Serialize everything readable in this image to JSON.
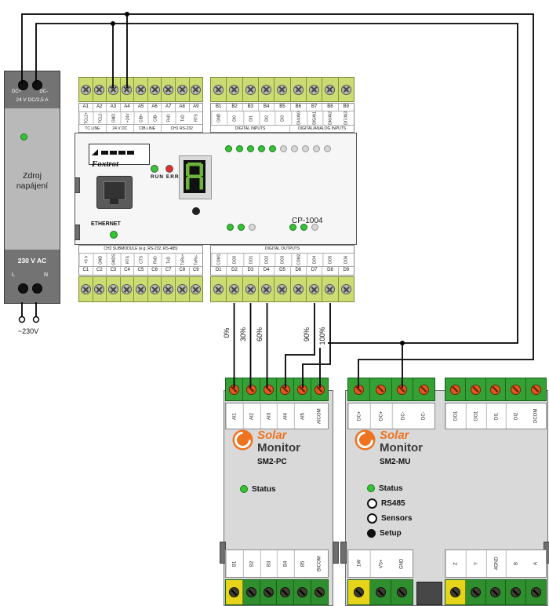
{
  "colors": {
    "brand_orange": "#ee7320",
    "terminal_green": "#35a035",
    "plc_strip_green": "#ccdb72",
    "screw_orange": "#e2581c",
    "led_green": "#35c335",
    "led_red": "#e03030"
  },
  "psu": {
    "terminal_labels_top": [
      "DC+",
      "DC-"
    ],
    "rating": "24 V DC/2,5 A",
    "name_line1": "Zdroj",
    "name_line2": "napájení",
    "output_label": "230 V AC",
    "terminal_labels_bottom": [
      "L",
      "N"
    ],
    "mains_label": "~230V"
  },
  "plc": {
    "model": "CP-1004",
    "brand": "Foxtrot",
    "run_err_label": "RUN ERR",
    "ethernet_label": "ETHERNET",
    "display_char": "A",
    "rows": {
      "a": {
        "numbers": [
          "A1",
          "A2",
          "A3",
          "A4",
          "A5",
          "A6",
          "A7",
          "A8",
          "A9"
        ],
        "signals": [
          "TCL2+",
          "TCL2-",
          "GND",
          "+24V",
          "CIB+",
          "CIB-",
          "RxD",
          "TxD",
          "RTS"
        ],
        "sections": [
          "TC LINE",
          "24 V DC",
          "CIB LINE",
          "CH1 RS-232"
        ]
      },
      "b": {
        "numbers": [
          "B1",
          "B2",
          "B3",
          "B4",
          "B5",
          "B6",
          "B7",
          "B8",
          "B9"
        ],
        "signals": [
          "GND",
          "DI0",
          "DI1",
          "DI2",
          "DI3",
          "DI4/AI0",
          "DI5/AI1",
          "DI6/AI2",
          "DI7/AI3"
        ],
        "sections": [
          "DIGITAL INPUTS",
          "DIGITAL/ANALOG INPUTS"
        ]
      },
      "c": {
        "numbers": [
          "C1",
          "C2",
          "C3",
          "C4",
          "C5",
          "C6",
          "C7",
          "C8",
          "C9"
        ],
        "signals": [
          "+5 V",
          "GND",
          "GNDS",
          "RTS",
          "CTS",
          "RxD",
          "TxD",
          "TxRx+",
          "TxRx-"
        ],
        "section": "CH2  SUBMODULE (e.g. RS-232, RS-485)"
      },
      "d": {
        "numbers": [
          "D1",
          "D2",
          "D3",
          "D4",
          "D5",
          "D6",
          "D7",
          "D8",
          "D9"
        ],
        "signals": [
          "COM1",
          "DO0",
          "DO1",
          "DO2",
          "DO3",
          "COM2",
          "DO4",
          "DO5",
          "DO6"
        ],
        "section": "DIGITAL OUTPUTS"
      }
    },
    "leds_top": [
      "on",
      "on",
      "on",
      "on",
      "on",
      "off",
      "off",
      "off",
      "off",
      "off"
    ],
    "leds_bottom_left": [
      "on",
      "on",
      "off"
    ],
    "leds_bottom_right": [
      "on",
      "on",
      "off"
    ]
  },
  "sm2pc": {
    "brand_top": "Solar",
    "brand_bottom": "Monitor",
    "model": "SM2-PC",
    "top_terminals": [
      "AI1",
      "AI2",
      "AI3",
      "AI4",
      "AI5",
      "AICOM"
    ],
    "bottom_terminals": [
      "B1",
      "B2",
      "B3",
      "B4",
      "B5",
      "BICOM"
    ],
    "status_label": "Status"
  },
  "sm2mu": {
    "brand_top": "Solar",
    "brand_bottom": "Monitor",
    "model": "SM2-MU",
    "power_terminals": [
      "DC+",
      "DC+",
      "DC-",
      "DC-"
    ],
    "io_terminals": [
      "DO1",
      "DO1",
      "DI1",
      "DI2",
      "DCOM"
    ],
    "bottom_left_terminals": [
      "1W",
      "VS+",
      "GND"
    ],
    "bottom_right_terminals": [
      "Z",
      "Y",
      "4GND",
      "B",
      "A"
    ],
    "indicator_labels": [
      "Status",
      "RS485",
      "Sensors",
      "Setup"
    ]
  },
  "wires": {
    "percent_labels": [
      "0%",
      "30%",
      "60%",
      "90%",
      "100%"
    ]
  }
}
